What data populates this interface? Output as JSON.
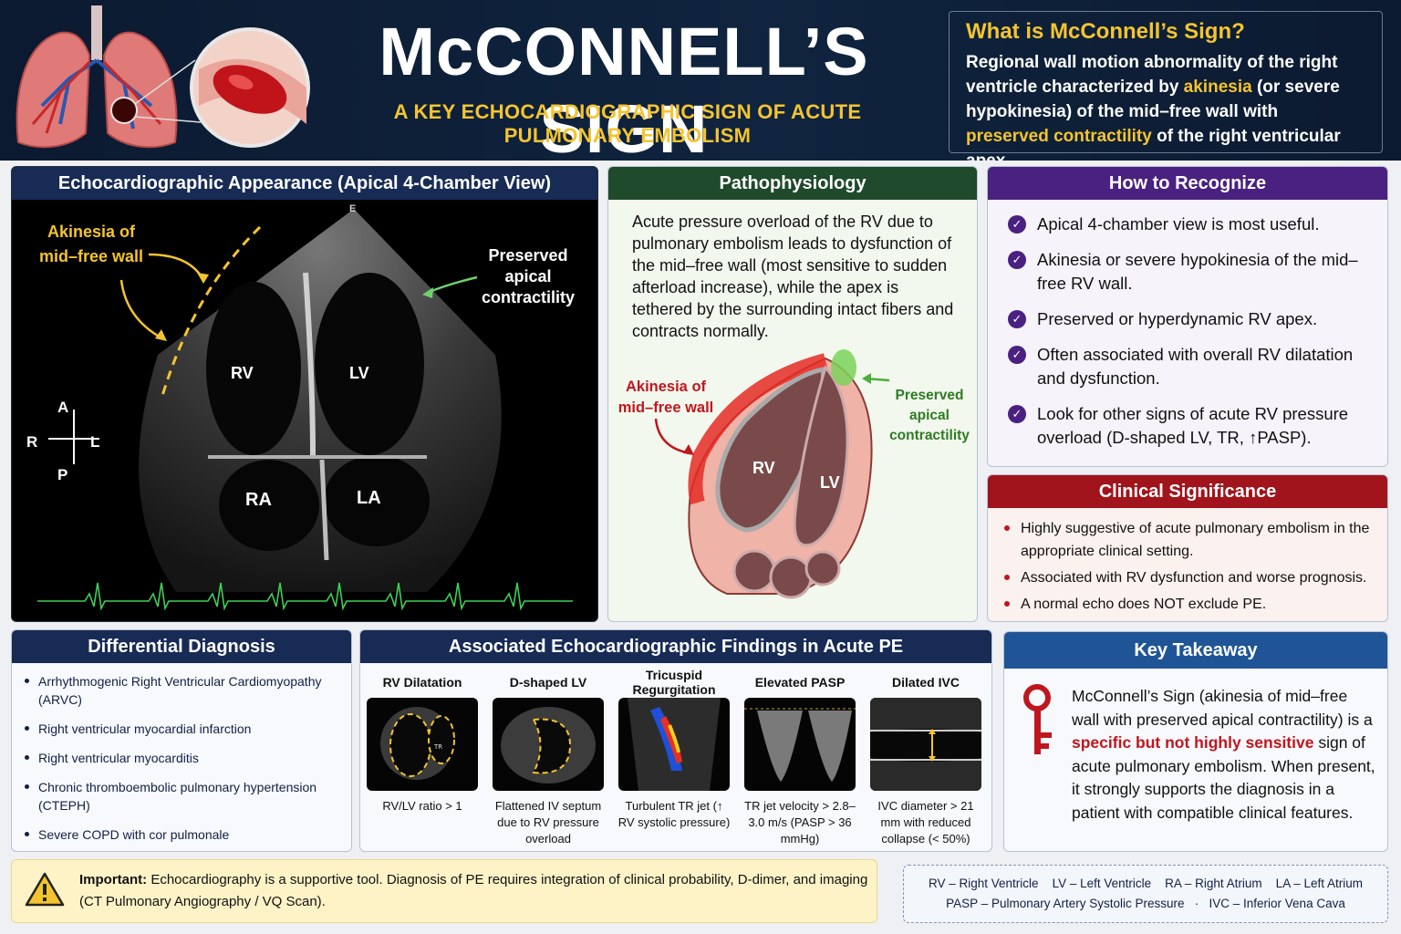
{
  "header": {
    "title": "McCONNELL’S SIGN",
    "subtitle": "A KEY ECHOCARDIOGRAPHIC SIGN OF ACUTE PULMONARY EMBOLISM",
    "what_title": "What is McConnell’s Sign?",
    "what_p1": "Regional wall motion abnormality of the right ventricle characterized by ",
    "what_h1": "akinesia",
    "what_p2": " (or severe hypokinesia) of the mid–free wall with ",
    "what_h2": "preserved contractility",
    "what_p3": " of the right ventricular apex."
  },
  "echo": {
    "title": "Echocardiographic Appearance (Apical 4-Chamber View)",
    "akinesia_label_1": "Akinesia of",
    "akinesia_label_2": "mid–free wall",
    "preserved_1": "Preserved",
    "preserved_2": "apical",
    "preserved_3": "contractility",
    "rv": "RV",
    "lv": "LV",
    "ra": "RA",
    "la": "LA",
    "orient": {
      "a": "A",
      "p": "P",
      "r": "R",
      "l": "L"
    },
    "mark": "E"
  },
  "patho": {
    "title": "Pathophysiology",
    "text": "Acute pressure overload of the RV due to pulmonary embolism leads to dysfunction of the mid–free wall (most sensitive to sudden afterload increase), while the apex is tethered by the surrounding intact fibers and contracts normally.",
    "akinesia_1": "Akinesia of",
    "akinesia_2": "mid–free wall",
    "preserved_1": "Preserved",
    "preserved_2": "apical",
    "preserved_3": "contractility",
    "rv": "RV",
    "lv": "LV"
  },
  "recognize": {
    "title": "How to Recognize",
    "items": [
      "Apical 4-chamber view is most useful.",
      "Akinesia or severe hypokinesia of the mid–free RV wall.",
      "Preserved or hyperdynamic RV apex.",
      "Often associated with overall RV dilatation and dysfunction.",
      "Look for other signs of acute RV pressure overload (D-shaped LV, TR, ↑PASP)."
    ]
  },
  "clinical": {
    "title": "Clinical Significance",
    "items": [
      "Highly suggestive of acute pulmonary embolism in the appropriate clinical setting.",
      "Associated with RV dysfunction and worse prognosis.",
      "A normal echo does NOT exclude PE."
    ]
  },
  "differential": {
    "title": "Differential Diagnosis",
    "items": [
      "Arrhythmogenic Right Ventricular Cardiomyopathy (ARVC)",
      "Right ventricular myocardial infarction",
      "Right ventricular myocarditis",
      "Chronic thromboembolic pulmonary hypertension (CTEPH)",
      "Severe COPD with cor pulmonale"
    ]
  },
  "associated": {
    "title": "Associated Echocardiographic Findings in Acute PE",
    "findings": [
      {
        "title": "RV Dilatation",
        "caption": "RV/LV ratio > 1"
      },
      {
        "title": "D-shaped LV",
        "caption": "Flattened IV septum due to RV pressure overload"
      },
      {
        "title": "Tricuspid Regurgitation",
        "caption": "Turbulent TR jet (↑ RV systolic pressure)"
      },
      {
        "title": "Elevated PASP",
        "caption": "TR jet velocity > 2.8–3.0 m/s (PASP > 36 mmHg)"
      },
      {
        "title": "Dilated IVC",
        "caption": "IVC diameter > 21 mm with reduced collapse (< 50%)"
      }
    ],
    "tr_mark": "TR"
  },
  "takeaway": {
    "title": "Key Takeaway",
    "p1": "McConnell’s Sign (akinesia of mid–free wall with preserved apical contractility) is a ",
    "highlight": "specific but not highly sensitive",
    "p2": " sign of acute pulmonary embolism. When present, it strongly supports the diagnosis in a patient with compatible clinical features."
  },
  "important": {
    "label": "Important:",
    "text": " Echocardiography is a supportive tool. Diagnosis of PE requires integration of clinical probability, D-dimer, and imaging (CT Pulmonary Angiography / VQ Scan)."
  },
  "abbreviations": {
    "line1": "RV – Right Ventricle    LV – Left Ventricle    RA – Right Atrium    LA – Left Atrium",
    "line2": "PASP – Pulmonary Artery Systolic Pressure   ·   IVC – Inferior Vena Cava"
  },
  "colors": {
    "header_bg": "#0b1a30",
    "accent_yellow": "#f4c430",
    "navy": "#172b55",
    "green": "#1f4a2c",
    "purple": "#4a2180",
    "red": "#a1141b",
    "blue": "#1f5596"
  },
  "icons": [
    "lungs-illustration",
    "clot-magnifier-icon",
    "check-icon",
    "key-icon",
    "warning-icon"
  ]
}
